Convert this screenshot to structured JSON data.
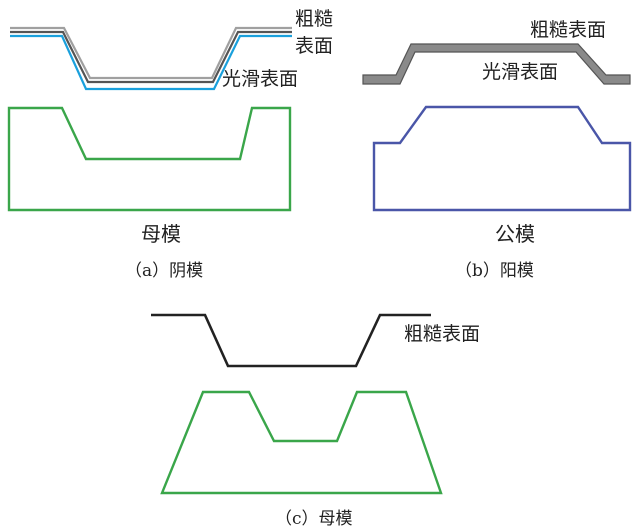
{
  "panel_a": {
    "label_rough_line1": "粗糙",
    "label_rough_line2": "表面",
    "label_smooth": "光滑表面",
    "mold_name": "母模",
    "caption": "（a）阴模",
    "colors": {
      "rough_layer": "#a0a0a0",
      "mid_layer": "#555555",
      "smooth_layer": "#1aa0dc",
      "mold": "#3aa64a"
    }
  },
  "panel_b": {
    "label_rough": "粗糙表面",
    "label_smooth": "光滑表面",
    "mold_name": "公模",
    "caption": "（b）阳模",
    "colors": {
      "sheet_fill": "#8a8a8a",
      "sheet_stroke": "#555555",
      "mold": "#4a56a8"
    }
  },
  "panel_c": {
    "label_rough": "粗糙表面",
    "caption": "（c）母模",
    "colors": {
      "line": "#222222",
      "mold": "#3aa64a"
    }
  }
}
